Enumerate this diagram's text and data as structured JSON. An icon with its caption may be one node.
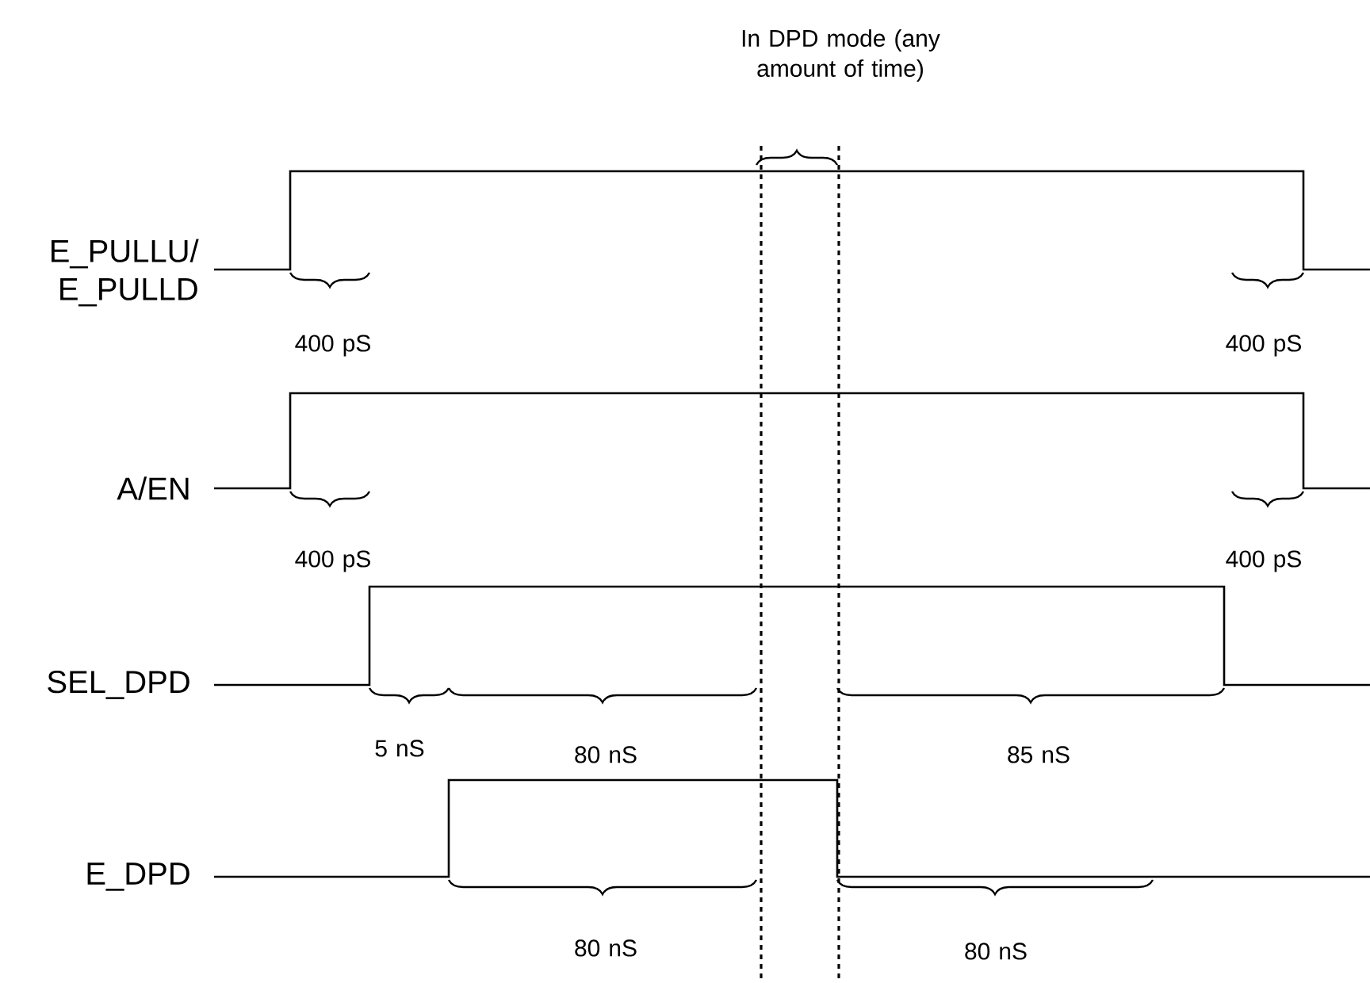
{
  "diagram": {
    "labels": [
      "In DPD mode (any amount of time)",
      "E_PULLU/ E_PULLD",
      "400 pS",
      "400 pS",
      "A/EN",
      "400 pS",
      "400 pS",
      "SEL_DPD",
      "5 nS",
      "80 nS",
      "85 nS",
      "E_DPD",
      "80 nS",
      "80 nS"
    ]
  }
}
